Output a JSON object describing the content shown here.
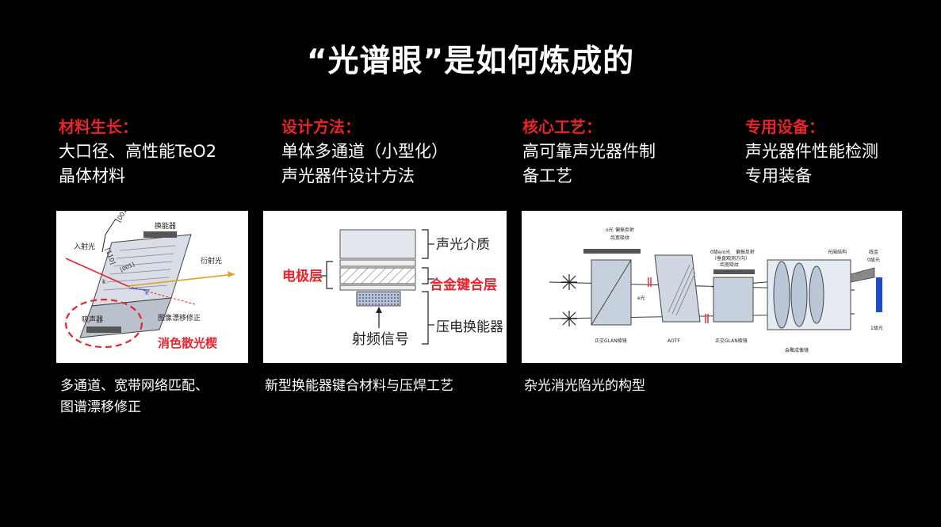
{
  "title": "“光谱眼”是如何炼成的",
  "columns": [
    {
      "heading": "材料生长：",
      "body": "大口径、高性能TeO2\n晶体材料"
    },
    {
      "heading": "设计方法：",
      "body": "单体多通道（小型化）\n声光器件设计方法"
    },
    {
      "heading": "核心工艺：",
      "body": "高可靠声光器件制\n备工艺"
    },
    {
      "heading": "专用设备：",
      "body": "声光器件性能检测\n专用装备"
    }
  ],
  "captions": [
    "多通道、宽带网络匹配、\n图谱漂移修正",
    "新型换能器键合材料与压焊工艺",
    "杂光消光陷光的构型"
  ],
  "figure1": {
    "labels": {
      "axis001": "[001]",
      "axis110": "[110]",
      "axis001b": "[001]",
      "transducer": "换能器",
      "incident": "入射光",
      "diffracted": "衍射光",
      "absorber": "吸声器",
      "drift": "图像漂移修正",
      "ki": "k",
      "kd": "k",
      "wedge": "消色散光楔"
    },
    "colors": {
      "red": "#e8232a",
      "ray": "#e0a020",
      "blue": "#1e4ad0"
    }
  },
  "figure2": {
    "labels": {
      "medium": "声光介质",
      "electrode": "电极层",
      "bond": "合金键合层",
      "rf": "射频信号",
      "piezo": "压电换能器"
    }
  },
  "figure3": {
    "labels": {
      "o_light": "o光",
      "pol_reflect": "偏振反射",
      "absorb_grating": "齿宽吸纹",
      "e_light": "e光",
      "zero_eo": "0级e/o光",
      "pol_reflect2": "偏振反射",
      "vertical_dir": "（垂直观测方向）",
      "absorb_grating2": "齿宽吸纹",
      "aperture": "光阑结构",
      "line_gold": "线金",
      "zero_order": "0级光",
      "first_order": "1级光",
      "glan1": "正交GLAN棱镜",
      "aotf": "AOTF",
      "glan2": "正交GLAN棱镜",
      "lens": "会聚成像镜"
    }
  }
}
